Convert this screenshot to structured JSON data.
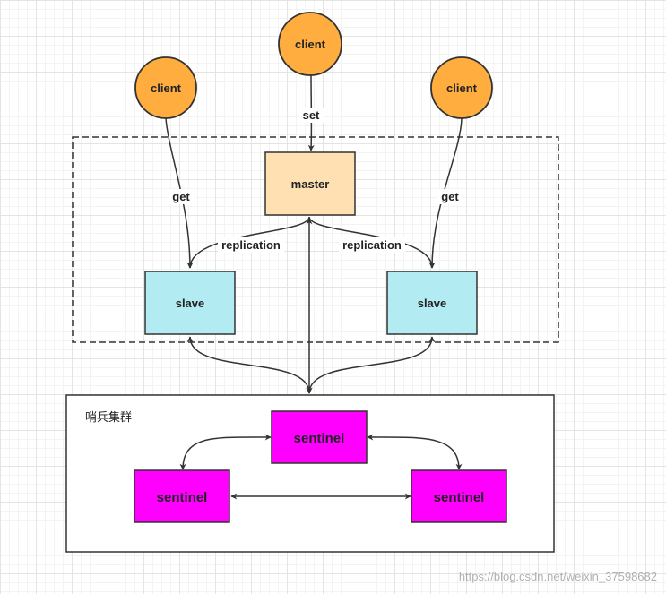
{
  "colors": {
    "client_fill": "#ffad3f",
    "master_fill": "#ffe0b3",
    "slave_fill": "#b3ebf2",
    "sentinel_fill": "#ff00ff",
    "stroke": "#333333"
  },
  "nodes": {
    "client_left": "client",
    "client_center": "client",
    "client_right": "client",
    "master": "master",
    "slave_left": "slave",
    "slave_right": "slave",
    "sentinel_top": "sentinel",
    "sentinel_left": "sentinel",
    "sentinel_right": "sentinel"
  },
  "edges": {
    "set": "set",
    "get_left": "get",
    "get_right": "get",
    "replication_left": "replication",
    "replication_right": "replication"
  },
  "groups": {
    "sentinel_cluster": "哨兵集群"
  },
  "watermark": "https://blog.csdn.net/weixin_37598682"
}
